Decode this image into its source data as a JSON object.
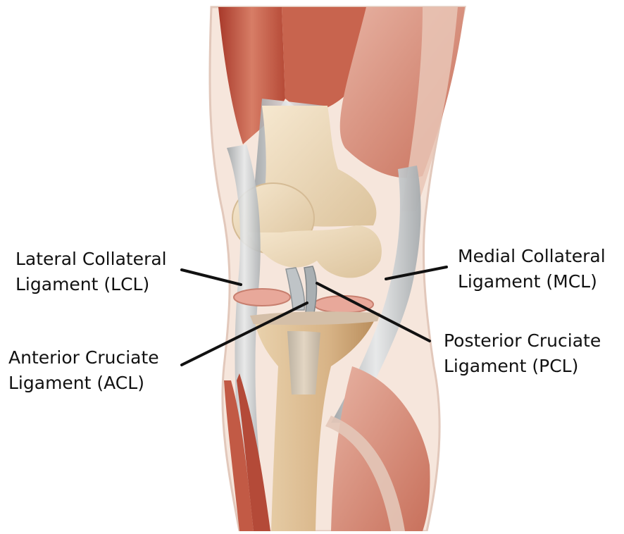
{
  "diagram": {
    "labels": {
      "lcl": {
        "line1": "Lateral Collateral",
        "line2": "Ligament (LCL)"
      },
      "mcl": {
        "line1": "Medial Collateral",
        "line2": "Ligament (MCL)"
      },
      "acl": {
        "line1": "Anterior Cruciate",
        "line2": "Ligament (ACL)"
      },
      "pcl": {
        "line1": "Posterior Cruciate",
        "line2": "Ligament (PCL)"
      }
    },
    "colors": {
      "muscle": "#c25a45",
      "muscle_light": "#e3a18c",
      "bone": "#efdcbf",
      "ligament": "#cfd2d3",
      "skin": "#f6e6dc",
      "leader_line": "#111111"
    }
  }
}
